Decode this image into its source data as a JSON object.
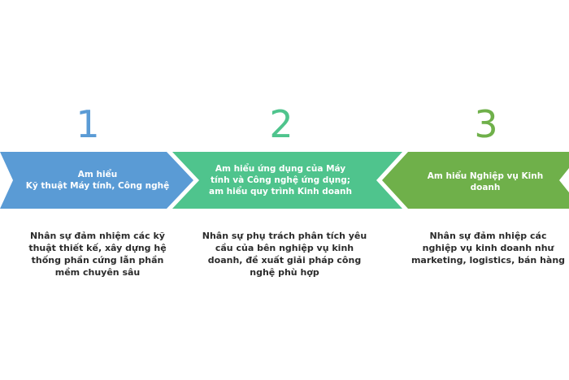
{
  "colors": {
    "blue": "#5a9bd5",
    "teal": "#4fc48d",
    "green": "#6fb04a",
    "text": "#2b2b2b"
  },
  "steps": [
    {
      "number": "1",
      "title_lines": [
        "Am hiểu",
        "Kỹ thuật Máy tính, Công nghệ"
      ],
      "description_lines": [
        "Nhân sự đảm nhiệm các kỹ",
        "thuật thiết kế, xây dựng hệ",
        "thống phần cứng lẫn phần",
        "mềm chuyên sâu"
      ]
    },
    {
      "number": "2",
      "title_lines": [
        "Am hiểu ứng dụng của Máy",
        "tính và Công nghệ ứng dụng;",
        "am hiểu quy trình Kinh doanh"
      ],
      "description_lines": [
        "Nhân sự phụ trách phân tích yêu",
        "cầu của bên nghiệp vụ kinh",
        "doanh, đề xuất giải pháp công",
        "nghệ phù hợp"
      ]
    },
    {
      "number": "3",
      "title_lines": [
        "Am hiểu Nghiệp vụ Kinh",
        "doanh"
      ],
      "description_lines": [
        "Nhân sự đảm nhiệp các",
        "nghiệp vụ kinh doanh như",
        "marketing, logistics, bán hàng"
      ]
    }
  ]
}
